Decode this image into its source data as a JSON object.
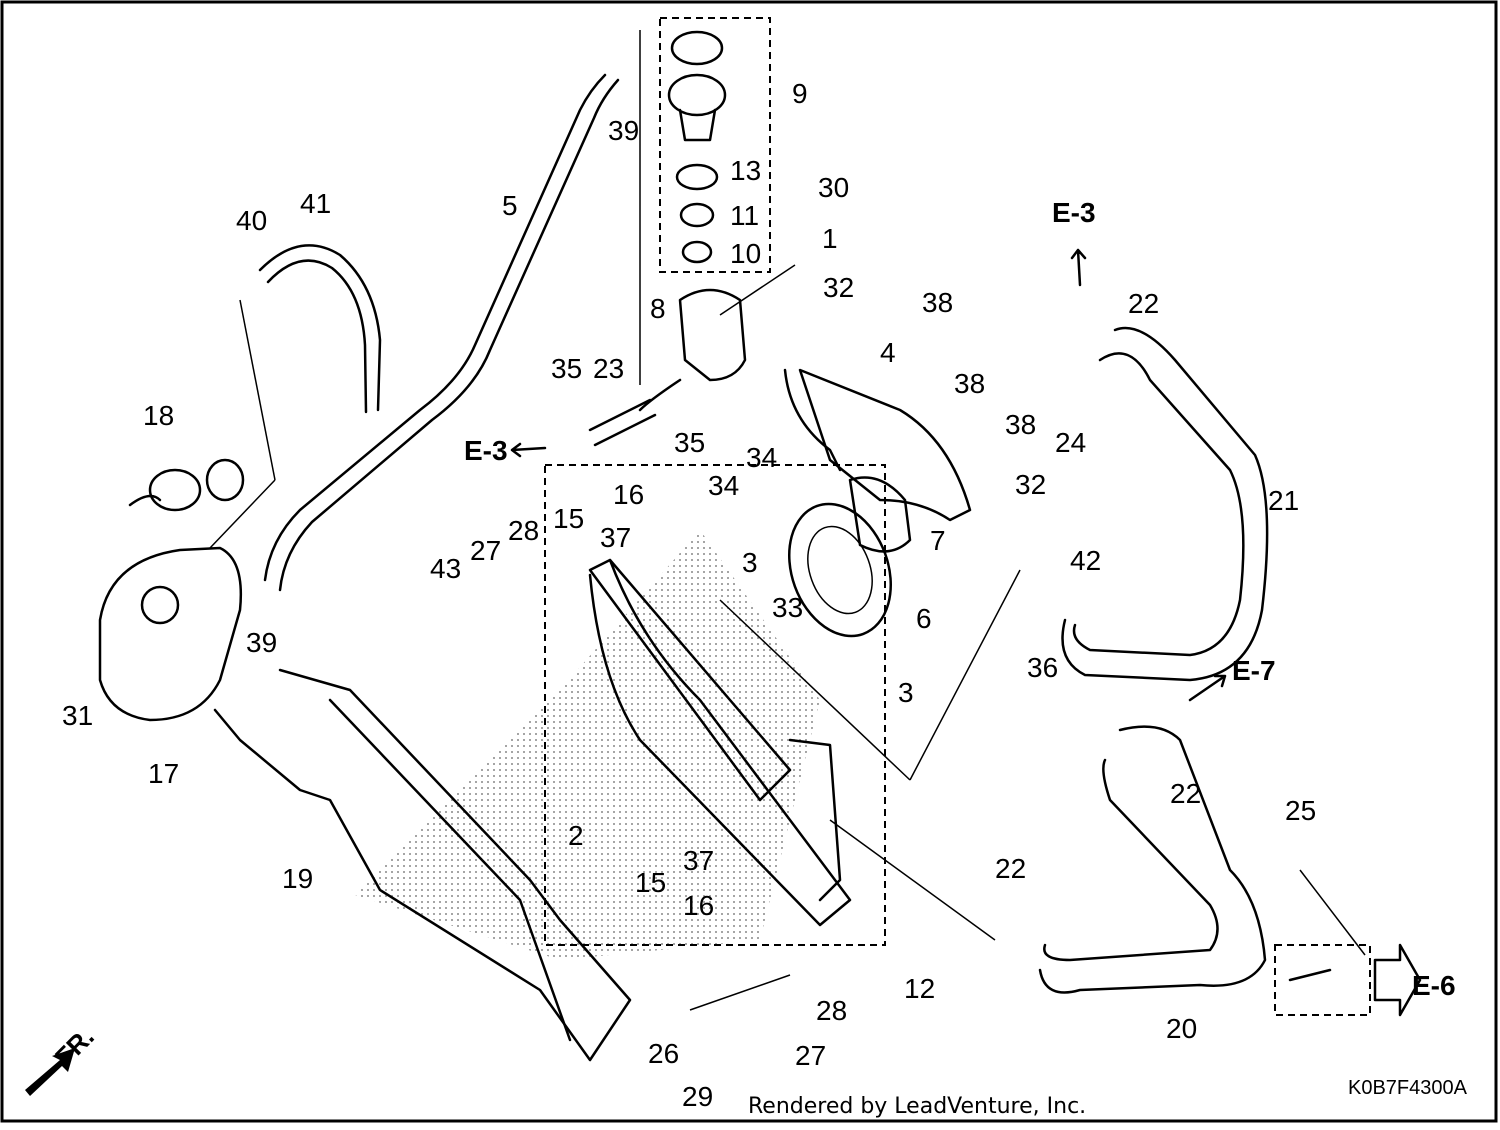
{
  "diagram": {
    "drawing_code": "K0B7F4300A",
    "credit": "Rendered by LeadVenture, Inc.",
    "front_marker": "FR.",
    "callouts": [
      {
        "id": "c1",
        "label": "1"
      },
      {
        "id": "c2",
        "label": "2"
      },
      {
        "id": "c3a",
        "label": "3"
      },
      {
        "id": "c3b",
        "label": "3"
      },
      {
        "id": "c4",
        "label": "4"
      },
      {
        "id": "c5",
        "label": "5"
      },
      {
        "id": "c6",
        "label": "6"
      },
      {
        "id": "c7",
        "label": "7"
      },
      {
        "id": "c8",
        "label": "8"
      },
      {
        "id": "c9",
        "label": "9"
      },
      {
        "id": "c10",
        "label": "10"
      },
      {
        "id": "c11",
        "label": "11"
      },
      {
        "id": "c12",
        "label": "12"
      },
      {
        "id": "c13",
        "label": "13"
      },
      {
        "id": "c15a",
        "label": "15"
      },
      {
        "id": "c15b",
        "label": "15"
      },
      {
        "id": "c16a",
        "label": "16"
      },
      {
        "id": "c16b",
        "label": "16"
      },
      {
        "id": "c17",
        "label": "17"
      },
      {
        "id": "c18",
        "label": "18"
      },
      {
        "id": "c19",
        "label": "19"
      },
      {
        "id": "c20",
        "label": "20"
      },
      {
        "id": "c21",
        "label": "21"
      },
      {
        "id": "c22a",
        "label": "22"
      },
      {
        "id": "c22b",
        "label": "22"
      },
      {
        "id": "c22c",
        "label": "22"
      },
      {
        "id": "c23",
        "label": "23"
      },
      {
        "id": "c24",
        "label": "24"
      },
      {
        "id": "c25",
        "label": "25"
      },
      {
        "id": "c26",
        "label": "26"
      },
      {
        "id": "c27a",
        "label": "27"
      },
      {
        "id": "c27b",
        "label": "27"
      },
      {
        "id": "c28a",
        "label": "28"
      },
      {
        "id": "c28b",
        "label": "28"
      },
      {
        "id": "c29",
        "label": "29"
      },
      {
        "id": "c30",
        "label": "30"
      },
      {
        "id": "c31",
        "label": "31"
      },
      {
        "id": "c32a",
        "label": "32"
      },
      {
        "id": "c32b",
        "label": "32"
      },
      {
        "id": "c33",
        "label": "33"
      },
      {
        "id": "c34a",
        "label": "34"
      },
      {
        "id": "c34b",
        "label": "34"
      },
      {
        "id": "c35a",
        "label": "35"
      },
      {
        "id": "c35b",
        "label": "35"
      },
      {
        "id": "c36",
        "label": "36"
      },
      {
        "id": "c37a",
        "label": "37"
      },
      {
        "id": "c37b",
        "label": "37"
      },
      {
        "id": "c38a",
        "label": "38"
      },
      {
        "id": "c38b",
        "label": "38"
      },
      {
        "id": "c38c",
        "label": "38"
      },
      {
        "id": "c39a",
        "label": "39"
      },
      {
        "id": "c39b",
        "label": "39"
      },
      {
        "id": "c40",
        "label": "40"
      },
      {
        "id": "c41",
        "label": "41"
      },
      {
        "id": "c42",
        "label": "42"
      },
      {
        "id": "c43",
        "label": "43"
      }
    ],
    "references": [
      {
        "id": "e3a",
        "label": "E-3"
      },
      {
        "id": "e3b",
        "label": "E-3"
      },
      {
        "id": "e7",
        "label": "E-7"
      },
      {
        "id": "e6",
        "label": "E-6"
      }
    ]
  }
}
